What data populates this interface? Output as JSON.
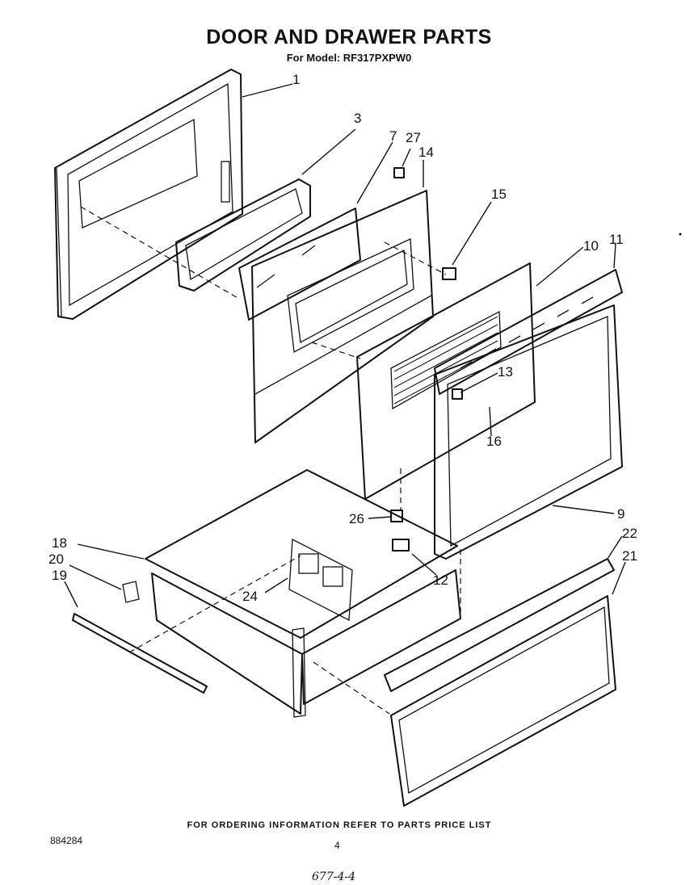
{
  "header": {
    "title": "DOOR AND DRAWER PARTS",
    "subtitle": "For Model: RF317PXPW0"
  },
  "footer": {
    "ordering_note": "FOR ORDERING INFORMATION REFER TO PARTS PRICE LIST",
    "doc_number": "884284",
    "page_number": "4",
    "handwritten_note": "677-4-4"
  },
  "callouts": {
    "c1": "1",
    "c3": "3",
    "c7": "7",
    "c27": "27",
    "c14": "14",
    "c15": "15",
    "c10": "10",
    "c11": "11",
    "c13": "13",
    "c16": "16",
    "c9": "9",
    "c26": "26",
    "c12": "12",
    "c22": "22",
    "c21": "21",
    "c18": "18",
    "c20": "20",
    "c19": "19",
    "c24": "24"
  }
}
